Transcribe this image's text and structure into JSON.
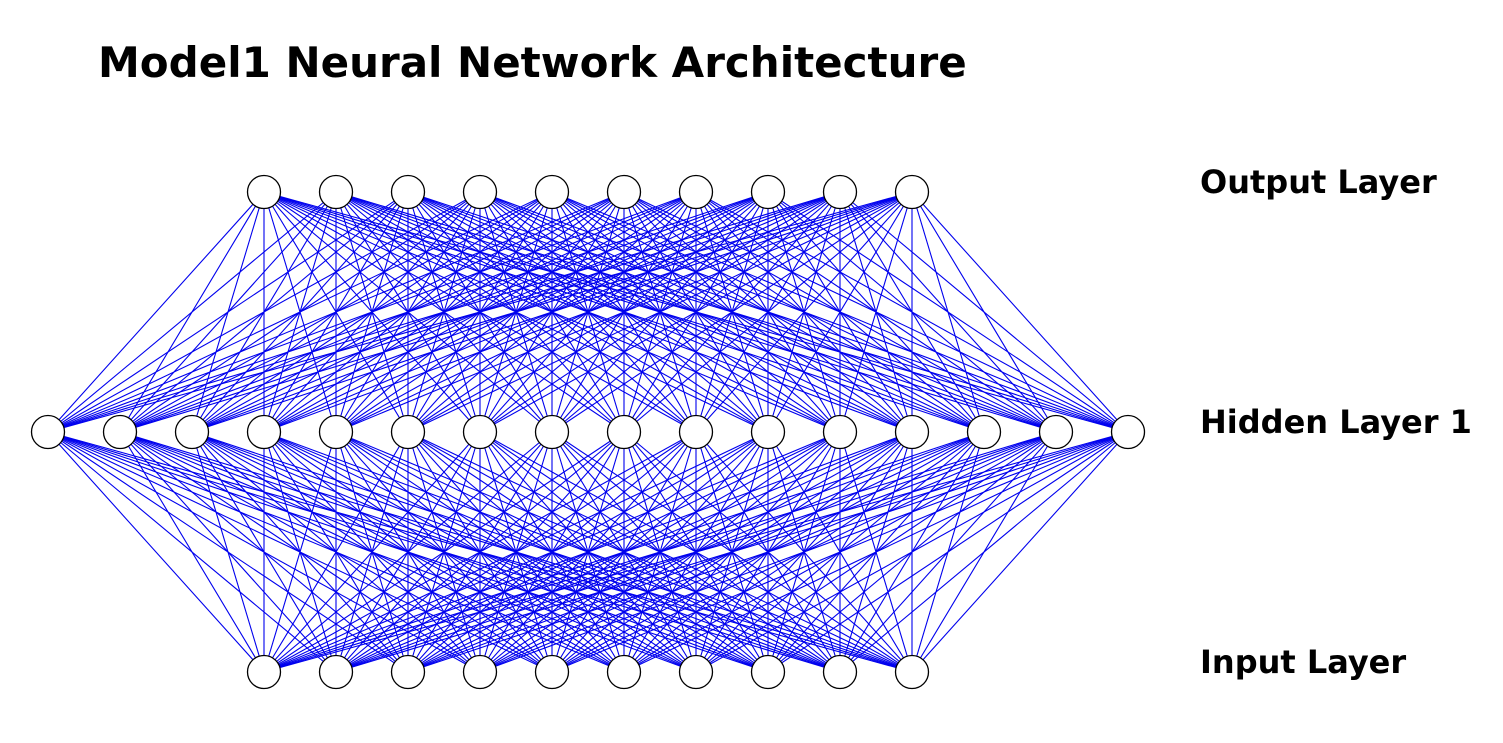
{
  "title": "Model1 Neural Network Architecture",
  "layers": [
    {
      "name": "Input Layer",
      "neurons": 10
    },
    {
      "name": "Hidden Layer 1",
      "neurons": 16
    },
    {
      "name": "Output Layer",
      "neurons": 10
    }
  ],
  "colors": {
    "connection": "#0000ee",
    "node_fill": "#ffffff",
    "node_stroke": "#000000",
    "text": "#000000",
    "background": "#ffffff"
  }
}
